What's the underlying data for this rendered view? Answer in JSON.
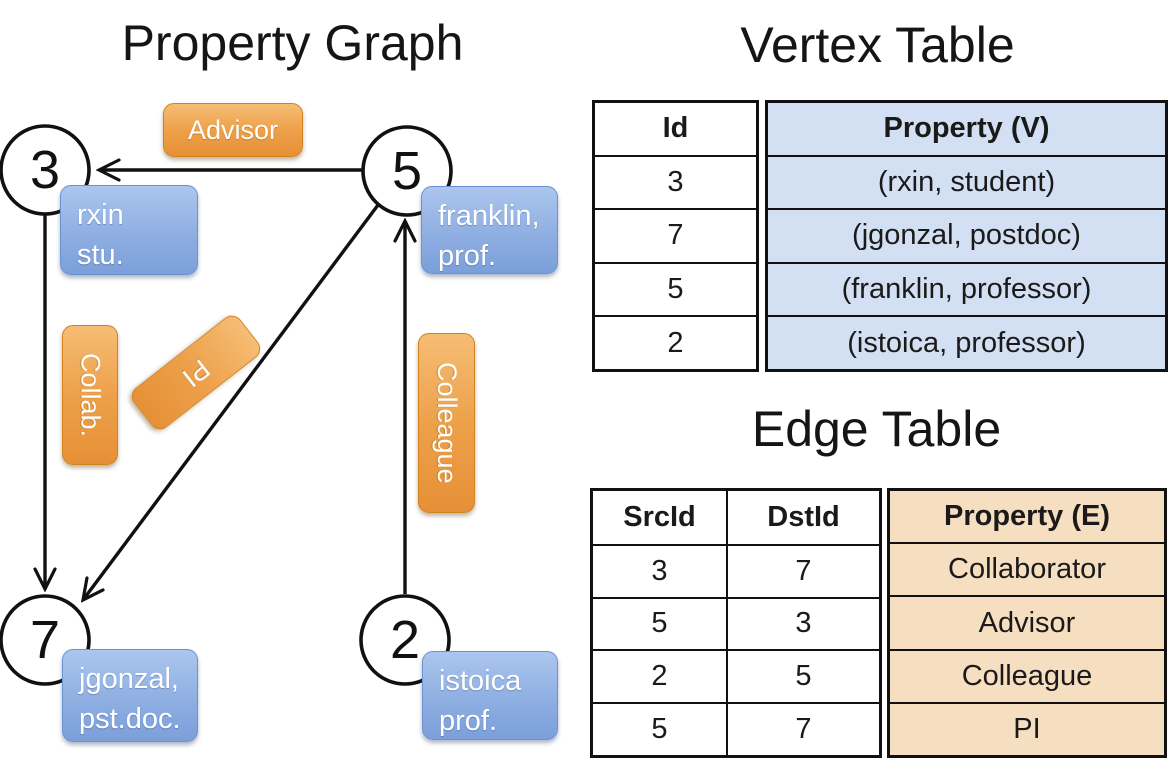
{
  "graph": {
    "title": "Property Graph",
    "vertices": [
      {
        "id": "3",
        "line1": "rxin",
        "line2": "stu."
      },
      {
        "id": "5",
        "line1": "franklin,",
        "line2": "prof."
      },
      {
        "id": "7",
        "line1": "jgonzal,",
        "line2": "pst.doc."
      },
      {
        "id": "2",
        "line1": "istoica",
        "line2": "prof."
      }
    ],
    "edge_labels": {
      "advisor": "Advisor",
      "collab": "Collab.",
      "pi": "PI",
      "colleague": "Colleague"
    }
  },
  "vertex_table": {
    "title": "Vertex Table",
    "headers": {
      "id": "Id",
      "property": "Property (V)"
    },
    "rows": [
      {
        "id": "3",
        "property": "(rxin, student)"
      },
      {
        "id": "7",
        "property": "(jgonzal, postdoc)"
      },
      {
        "id": "5",
        "property": "(franklin, professor)"
      },
      {
        "id": "2",
        "property": "(istoica, professor)"
      }
    ]
  },
  "edge_table": {
    "title": "Edge Table",
    "headers": {
      "src": "SrcId",
      "dst": "DstId",
      "property": "Property (E)"
    },
    "rows": [
      {
        "src": "3",
        "dst": "7",
        "property": "Collaborator"
      },
      {
        "src": "5",
        "dst": "3",
        "property": "Advisor"
      },
      {
        "src": "2",
        "dst": "5",
        "property": "Colleague"
      },
      {
        "src": "5",
        "dst": "7",
        "property": "PI"
      }
    ]
  },
  "colors": {
    "edge_label_fill": "#eda14a",
    "vertex_box_fill": "#8fafe2",
    "vertex_table_property_bg": "#d3dff2",
    "edge_table_property_bg": "#f6dec1",
    "line_color": "#111111"
  }
}
